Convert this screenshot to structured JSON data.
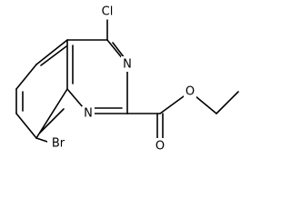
{
  "molecule": {
    "atom_labels": {
      "chlorine": "Cl",
      "bromine": "Br",
      "nitrogen_3": "N",
      "nitrogen_1": "N",
      "carbonyl_oxygen": "O",
      "ester_oxygen": "O"
    },
    "colors": {
      "bond": "#000000",
      "label": "#000000",
      "background": "#ffffff"
    }
  }
}
